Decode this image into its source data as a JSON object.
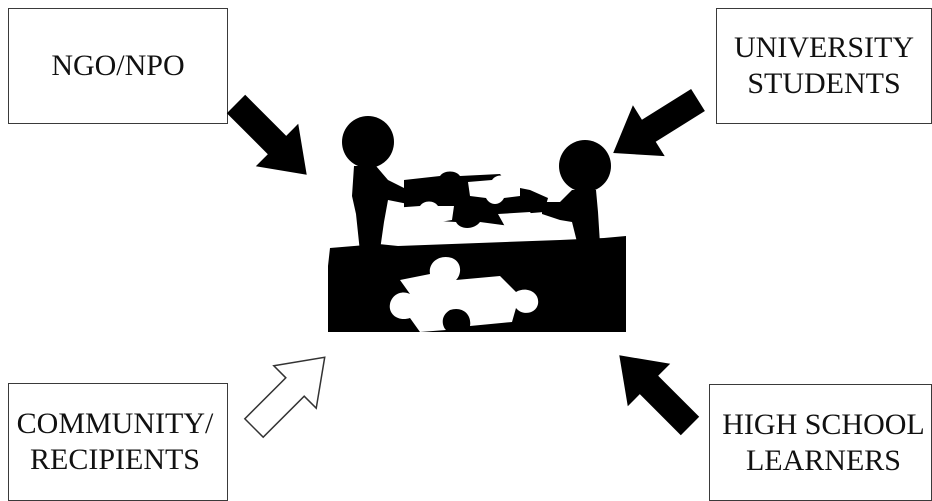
{
  "diagram": {
    "nodes": [
      {
        "id": "ngo",
        "lines": [
          "NGO/NPO"
        ],
        "arrow": "solid-black"
      },
      {
        "id": "university",
        "lines": [
          "UNIVERSITY",
          "STUDENTS"
        ],
        "arrow": "solid-black"
      },
      {
        "id": "community",
        "lines": [
          "COMMUNITY/",
          "RECIPIENTS"
        ],
        "arrow": "hollow-white"
      },
      {
        "id": "highschool",
        "lines": [
          "HIGH SCHOOL",
          "LEARNERS"
        ],
        "arrow": "solid-black"
      }
    ],
    "center_icon": "two-people-assembling-puzzle-icon",
    "colors": {
      "solid_arrow": "#000000",
      "hollow_arrow_fill": "#ffffff",
      "silhouette": "#000000",
      "box_border": "#3a3a3a"
    }
  }
}
